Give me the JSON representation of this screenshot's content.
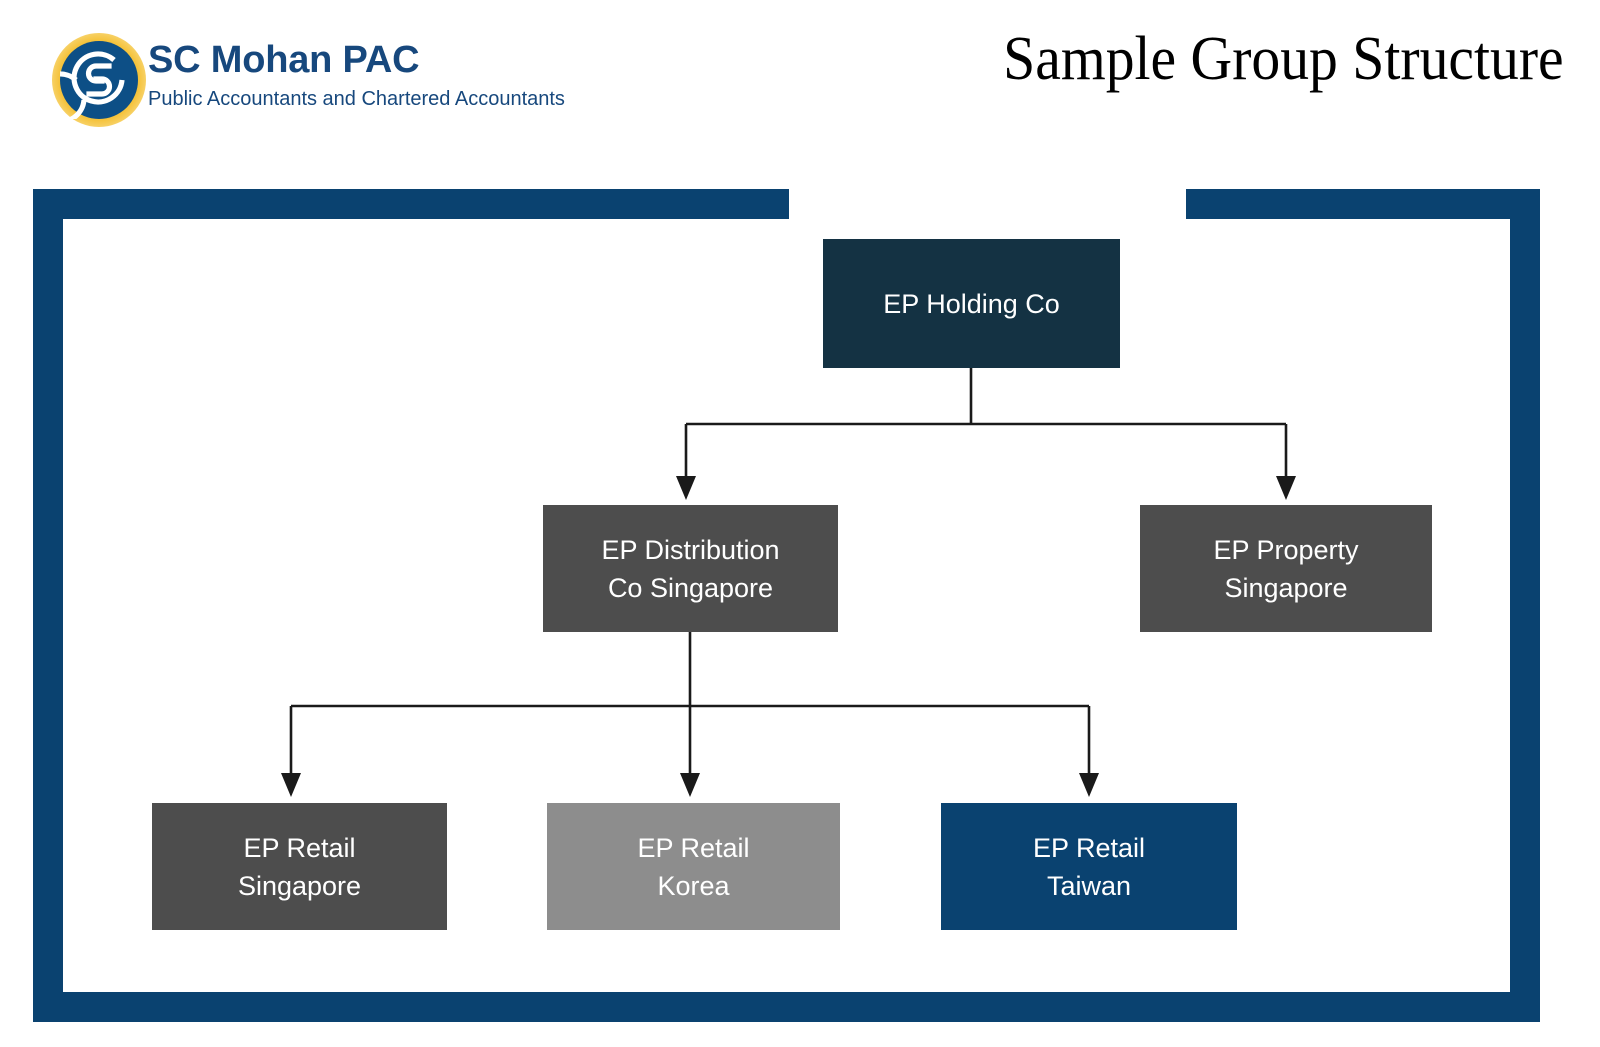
{
  "header": {
    "logo": {
      "icon": "sc-mohan-circular-monogram",
      "ring_color": "#f5c33c",
      "core_color": "#0d4f86"
    },
    "brand_name": "SC Mohan PAC",
    "brand_tagline": "Public Accountants and Chartered Accountants",
    "document_title": "Sample Group Structure",
    "brand_color": "#17487d"
  },
  "frame": {
    "border_color": "#0a4270"
  },
  "chart_data": {
    "type": "diagram",
    "title": "Sample Group Structure",
    "orientation": "top-down",
    "nodes": [
      {
        "id": "holding",
        "label": "EP Holding Co",
        "line1": "EP Holding Co",
        "line2": "",
        "level": 0,
        "color": "#143243"
      },
      {
        "id": "dist_sg",
        "label": "EP Distribution Co Singapore",
        "line1": "EP Distribution",
        "line2": "Co Singapore",
        "level": 1,
        "color": "#4d4d4d"
      },
      {
        "id": "prop_sg",
        "label": "EP Property Singapore",
        "line1": "EP Property",
        "line2": "Singapore",
        "level": 1,
        "color": "#4d4d4d"
      },
      {
        "id": "retail_sg",
        "label": "EP Retail Singapore",
        "line1": "EP Retail",
        "line2": "Singapore",
        "level": 2,
        "color": "#4d4d4d"
      },
      {
        "id": "retail_kr",
        "label": "EP Retail Korea",
        "line1": "EP Retail",
        "line2": "Korea",
        "level": 2,
        "color": "#8d8d8d"
      },
      {
        "id": "retail_tw",
        "label": "EP Retail Taiwan",
        "line1": "EP Retail",
        "line2": "Taiwan",
        "level": 2,
        "color": "#0a4270"
      }
    ],
    "edges": [
      {
        "from": "holding",
        "to": "dist_sg",
        "style": "elbow-arrow"
      },
      {
        "from": "holding",
        "to": "prop_sg",
        "style": "elbow-arrow"
      },
      {
        "from": "dist_sg",
        "to": "retail_sg",
        "style": "elbow-arrow"
      },
      {
        "from": "dist_sg",
        "to": "retail_kr",
        "style": "straight-arrow"
      },
      {
        "from": "dist_sg",
        "to": "retail_tw",
        "style": "elbow-arrow"
      }
    ],
    "connector_color": "#1a1a1a"
  }
}
